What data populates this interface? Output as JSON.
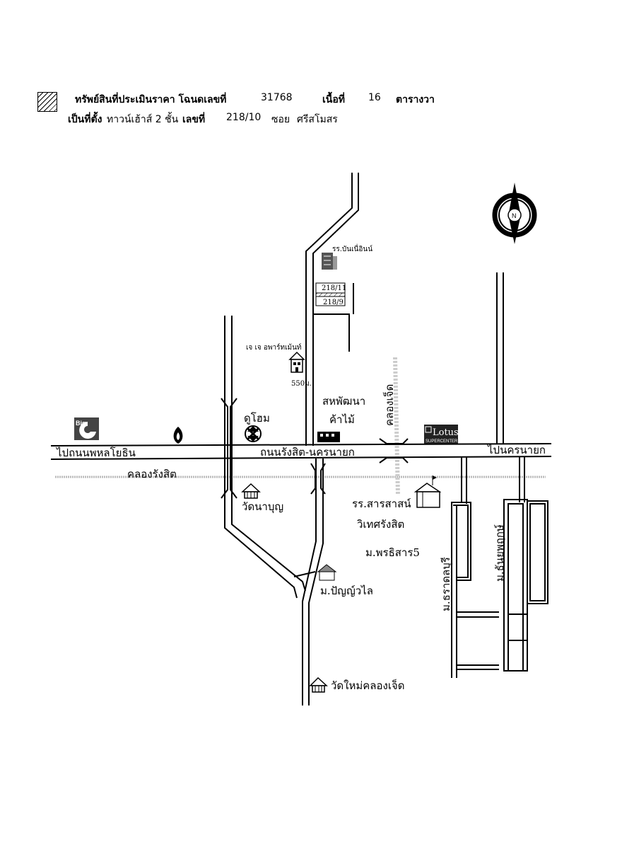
{
  "header": {
    "line1_label": "ทรัพย์สินที่ประเมินราคา โฉนดเลขที่",
    "deed_no": "31768",
    "area_label": "เนื้อที่",
    "area_value": "16",
    "area_unit": "ตารางวา",
    "line2_label": "เป็นที่ตั้ง",
    "property_type": "ทาวน์เฮ้าส์ 2 ชั้น",
    "house_no_label": "เลขที่",
    "house_no": "218/10",
    "soi_label": "ซอย",
    "soi_name": "ศรีสโมสร"
  },
  "map": {
    "school_top": "รร.บันเนื่อินน์",
    "plot_top": "218/11",
    "plot_bottom": "218/9",
    "apartment": "เจ เจ อพาร์ทเม้นท์",
    "distance_550": "550ม.",
    "khlong_chet_v": "คลองเจ็ด",
    "do_home": "ดูโฮม",
    "sahaphat": "สหพัฒนา",
    "wood_shop": "ค้าไม้",
    "lotus": "Lotus",
    "lotus_sub": "SUPERCENTER",
    "big_c": "Big",
    "to_phahon": "ไปถนนพหลโยธิน",
    "main_road": "ถนนรังสิต-นครนายก",
    "to_nakhon_nayok": "ไปนครนายก",
    "khlong_rangsit": "คลองรังสิต",
    "wat_naboon": "วัดนาบุญ",
    "school_saras": "รร.สารสาสน์",
    "school_saras2": "วิเทศรังสิต",
    "m_phruksa": "ม.พรธิสาร5",
    "m_panya": "ม.ปัญญ์วไล",
    "m_thara": "ม.ธราดลบุรี",
    "m_thanya": "ม.ธันยพฤกษ์",
    "wat_mai": "วัดใหม่คลองเจ็ด",
    "north": "N"
  }
}
